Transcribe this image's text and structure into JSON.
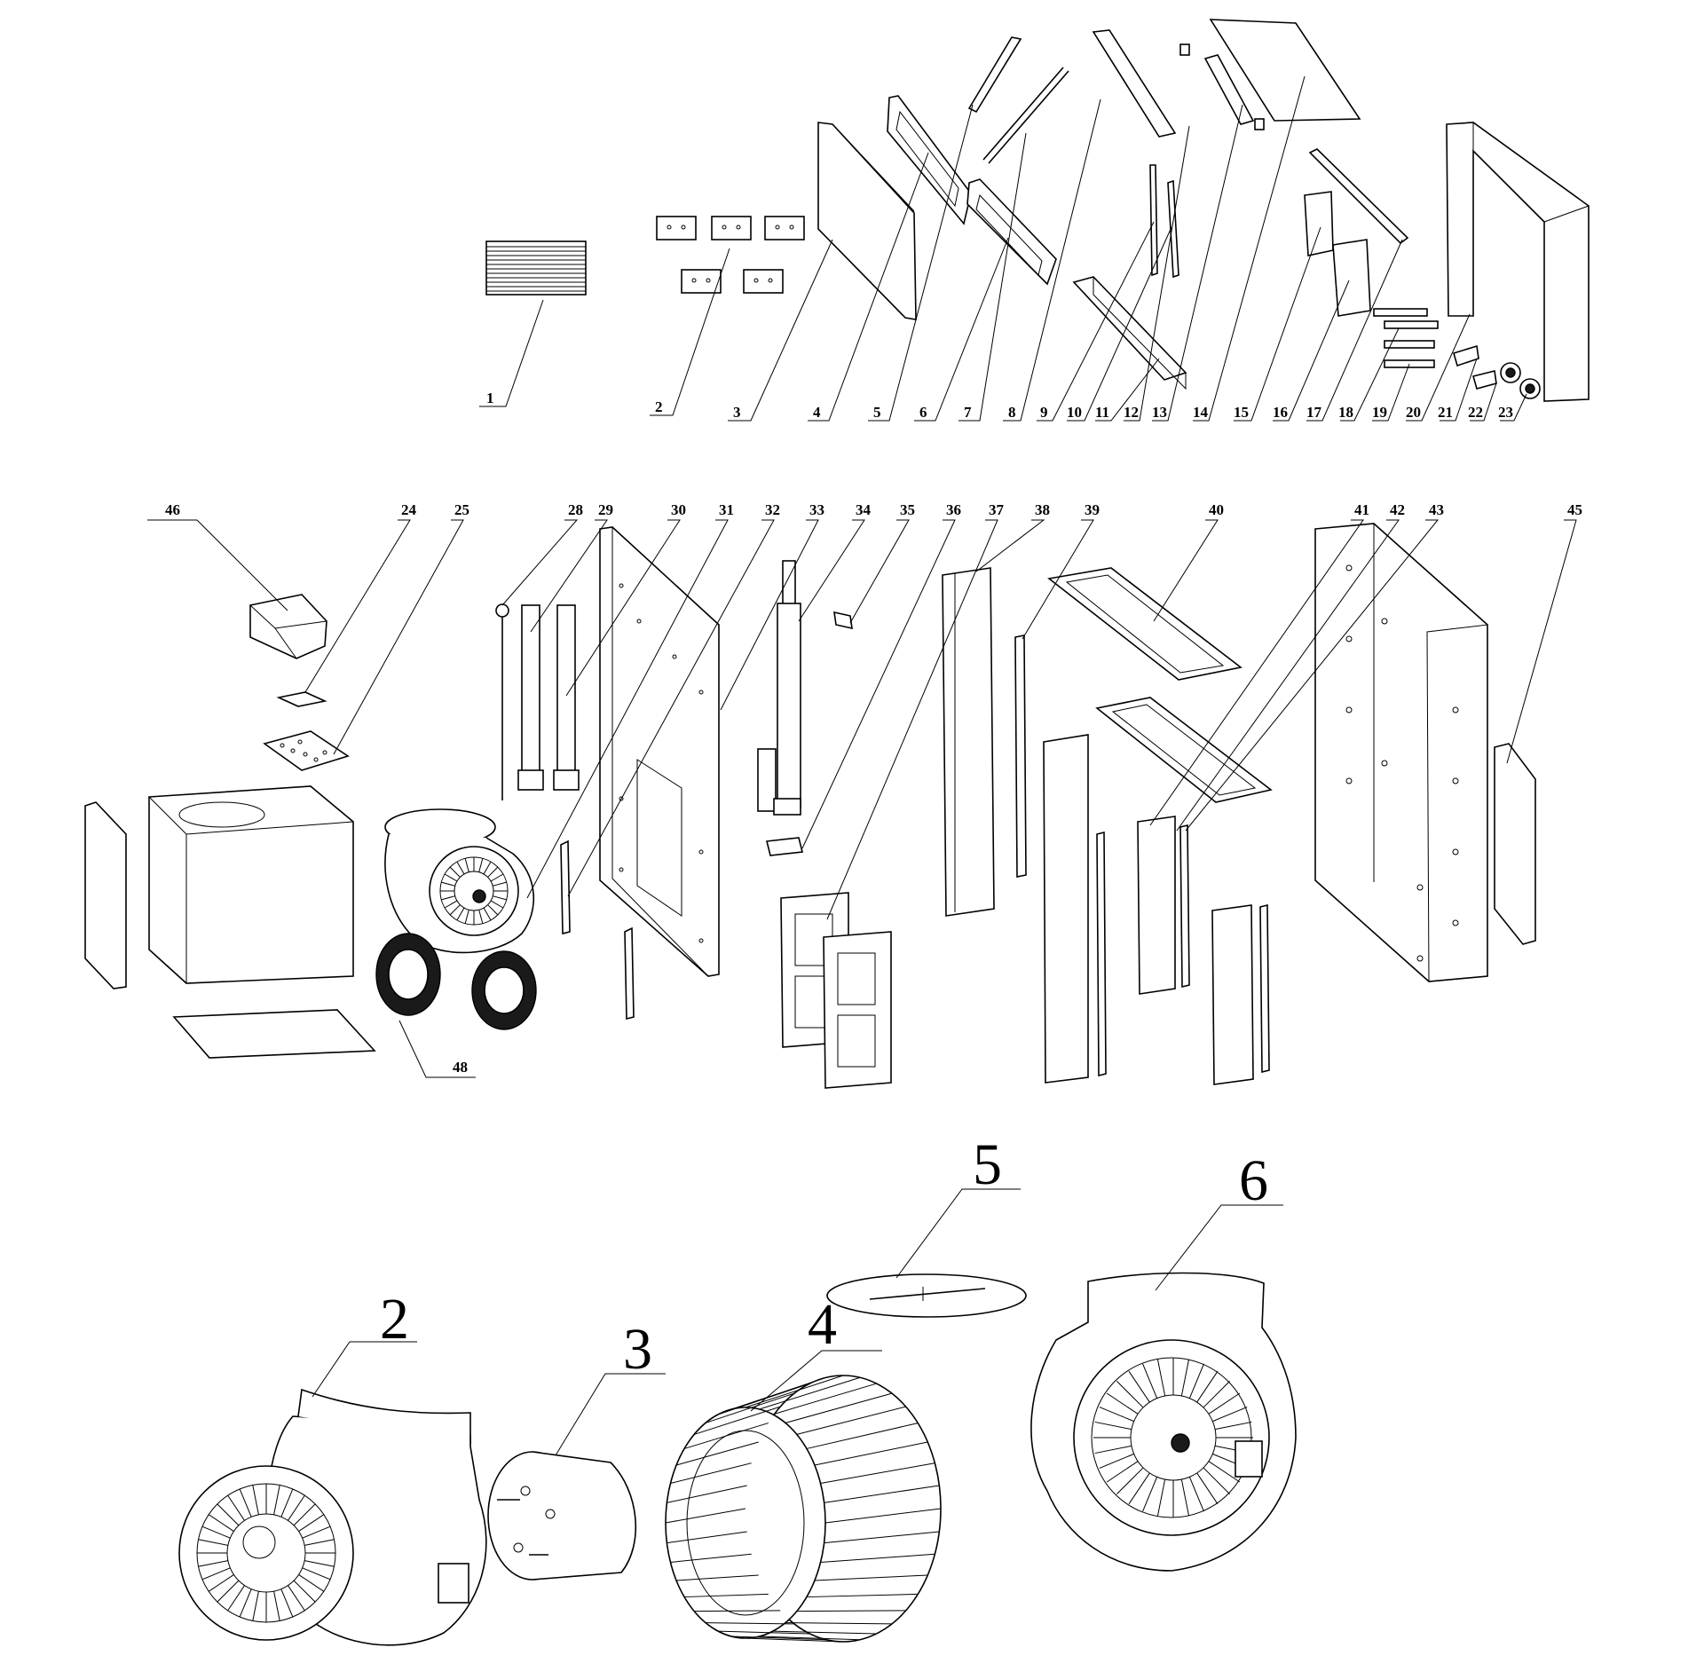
{
  "top_labels": [
    "1",
    "2",
    "3",
    "4",
    "5",
    "6",
    "7",
    "8",
    "9",
    "10",
    "11",
    "12",
    "13",
    "14",
    "15",
    "16",
    "17",
    "18",
    "19",
    "20",
    "21",
    "22",
    "23"
  ],
  "middle_labels": [
    "46",
    "24",
    "25",
    "28",
    "29",
    "30",
    "31",
    "32",
    "33",
    "34",
    "35",
    "36",
    "37",
    "38",
    "39",
    "40",
    "41",
    "42",
    "43",
    "45",
    "48"
  ],
  "fan_labels": [
    "2",
    "3",
    "4",
    "5",
    "6"
  ]
}
